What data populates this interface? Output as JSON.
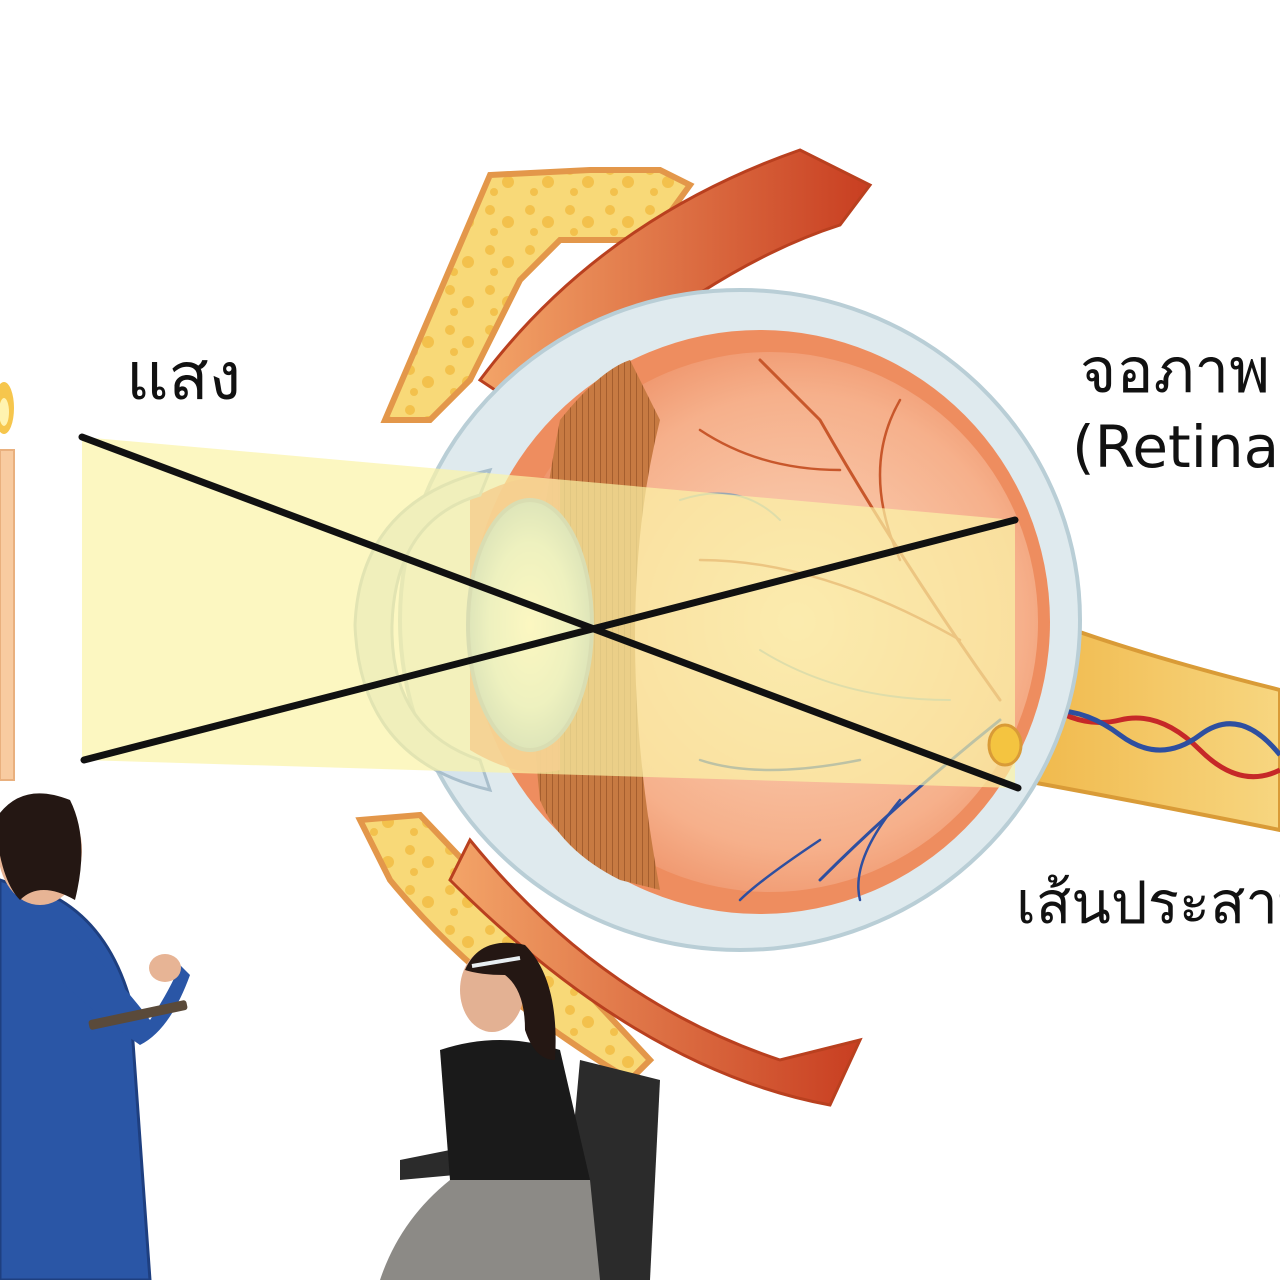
{
  "labels": {
    "light": "แสง",
    "retina_th": "จอภาพ",
    "retina_en": "(Retina",
    "optic_nerve": "เส้นประสาท"
  },
  "colors": {
    "light_beam": "#fbf3a6",
    "ray_line": "#111111",
    "sclera": "#d9e6ea",
    "retina": "#f2a27d",
    "vitreous": "#f8c8a8",
    "bone": "#f6cf6a",
    "muscle": "#d9572f",
    "lens": "#bfe3f3",
    "optic_nerve": "#f3c45a",
    "presenter_jacket": "#2a56a6",
    "student_shirt": "#1a1a1a"
  },
  "icons": {
    "eye": "eye-anatomy-illustration",
    "candle": "candle-icon",
    "presenter": "person-standing",
    "student": "person-seated"
  }
}
